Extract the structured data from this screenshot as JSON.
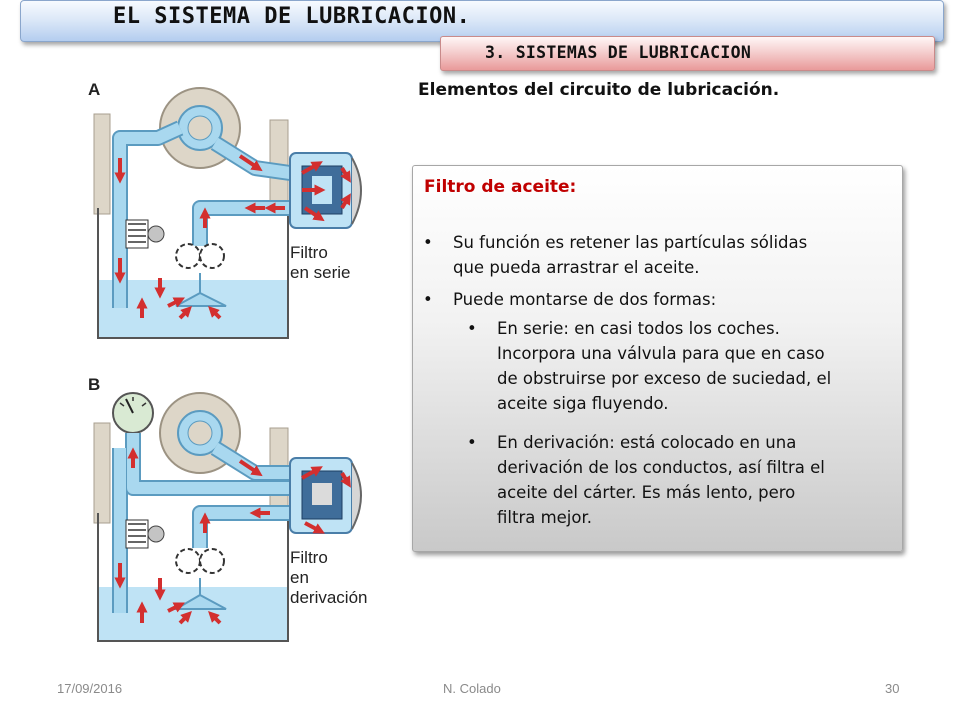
{
  "title": "EL SISTEMA DE LUBRICACION.",
  "subtitle": "3. SISTEMAS DE LUBRICACION",
  "heading": "Elementos del circuito de lubricación.",
  "diagram": {
    "panel_a_letter": "A",
    "panel_a_caption": [
      "Filtro",
      "en serie"
    ],
    "panel_b_letter": "B",
    "panel_b_caption": [
      "Filtro",
      "en",
      "derivación"
    ],
    "colors": {
      "oil": "#bfe3f5",
      "pipe": "#a9d8ef",
      "pipe_edge": "#5b9bc0",
      "housing": "#ddd6c8",
      "arrow": "#d32f2f"
    }
  },
  "info_box": {
    "heading": "Filtro de aceite:",
    "bullets": [
      {
        "level": 1,
        "text": "Su función es retener las partículas sólidas que pueda arrastrar el aceite."
      },
      {
        "level": 1,
        "text": "Puede montarse de dos formas:"
      },
      {
        "level": 2,
        "text": "En serie: en casi todos los coches. Incorpora una válvula para que en caso de obstruirse por exceso de suciedad, el aceite siga fluyendo."
      },
      {
        "level": 2,
        "text": "En derivación: está colocado en una derivación de los conductos, así filtra el aceite del cárter. Es más lento, pero filtra mejor."
      }
    ],
    "bullet_lines": [
      [
        "Su función es retener las partículas sólidas",
        "que pueda arrastrar el aceite."
      ],
      [
        "Puede montarse de dos formas:"
      ],
      [
        "En serie: en casi todos los coches.",
        "Incorpora una válvula para que en caso",
        "de obstruirse por exceso de suciedad, el",
        "aceite siga fluyendo."
      ],
      [
        "En derivación: está colocado en una",
        "derivación de los conductos, así filtra el",
        "aceite del cárter. Es más lento, pero",
        "filtra mejor."
      ]
    ]
  },
  "footer": {
    "date": "17/09/2016",
    "author": "N. Colado",
    "page": "30"
  }
}
